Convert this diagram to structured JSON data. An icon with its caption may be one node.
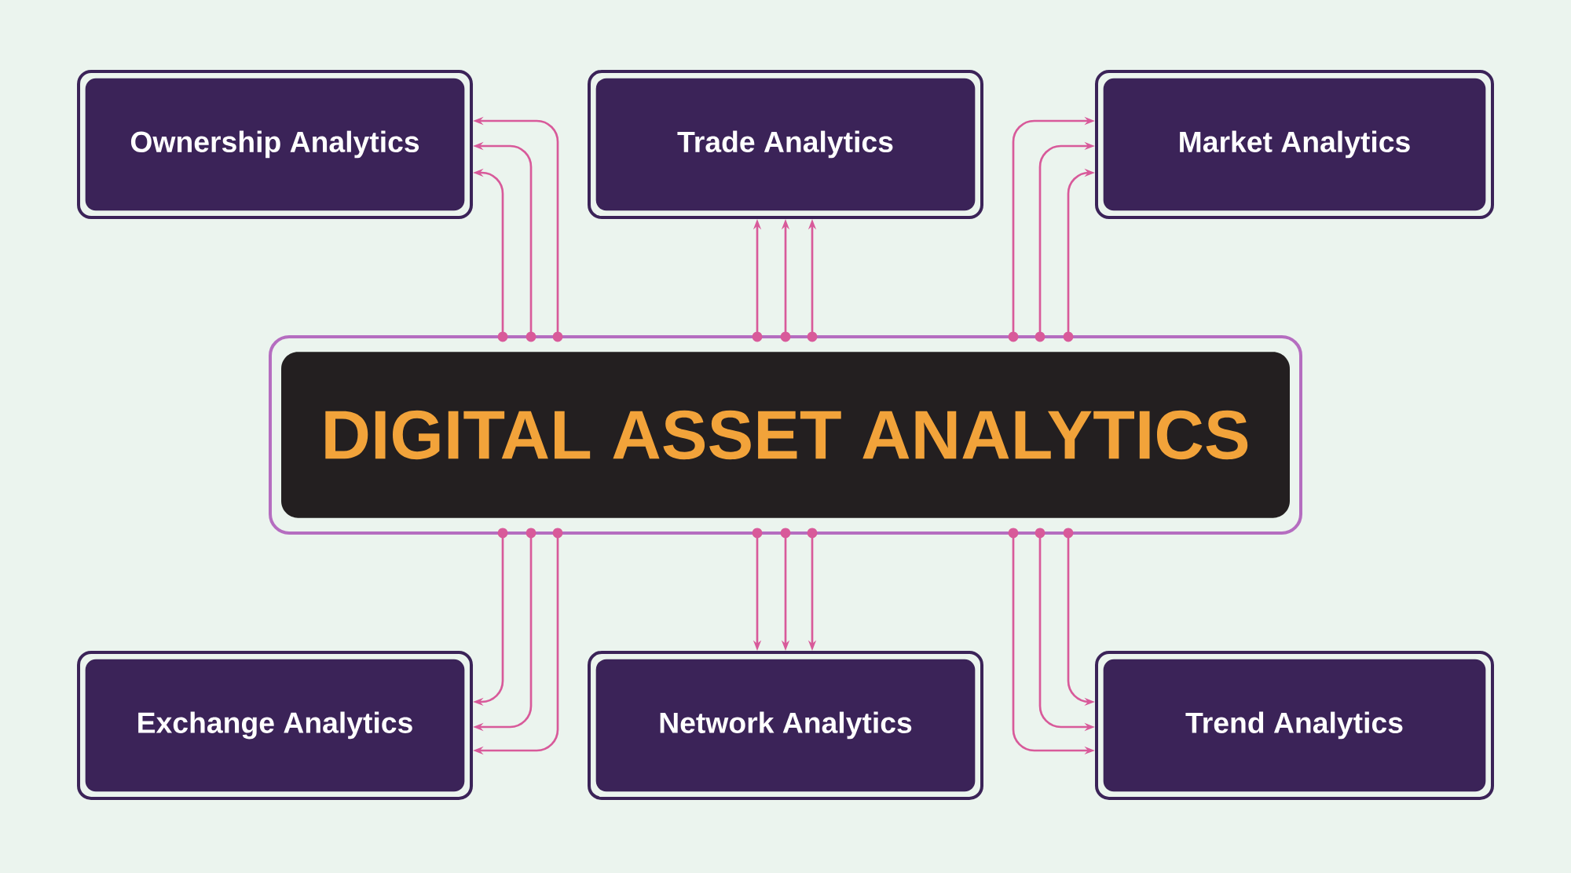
{
  "diagram": {
    "nodes": [
      {
        "text": [
          "Ownership Analytics"
        ]
      },
      {
        "text": [
          "Trade Analytics"
        ]
      },
      {
        "text": [
          "Market Analytics"
        ]
      },
      {
        "text": [
          "DIGITAL ASSET ANALYTICS"
        ]
      },
      {
        "text": [
          "Exchange Analytics"
        ]
      },
      {
        "text": [
          "Network Analytics"
        ]
      },
      {
        "text": [
          "Trend Analytics"
        ]
      }
    ],
    "edges": [
      {
        "from": 3,
        "to": 0,
        "arrow": "to"
      },
      {
        "from": 3,
        "to": 0,
        "arrow": "to"
      },
      {
        "from": 3,
        "to": 0,
        "arrow": "to"
      },
      {
        "from": 3,
        "to": 1,
        "arrow": "to"
      },
      {
        "from": 3,
        "to": 1,
        "arrow": "to"
      },
      {
        "from": 3,
        "to": 1,
        "arrow": "to"
      },
      {
        "from": 3,
        "to": 2,
        "arrow": "to"
      },
      {
        "from": 3,
        "to": 2,
        "arrow": "to"
      },
      {
        "from": 3,
        "to": 2,
        "arrow": "to"
      },
      {
        "from": 3,
        "to": 4,
        "arrow": "to"
      },
      {
        "from": 3,
        "to": 4,
        "arrow": "to"
      },
      {
        "from": 3,
        "to": 4,
        "arrow": "to"
      },
      {
        "from": 3,
        "to": 5,
        "arrow": "to"
      },
      {
        "from": 3,
        "to": 5,
        "arrow": "to"
      },
      {
        "from": 3,
        "to": 5,
        "arrow": "to"
      },
      {
        "from": 3,
        "to": 6,
        "arrow": "to"
      },
      {
        "from": 3,
        "to": 6,
        "arrow": "to"
      },
      {
        "from": 3,
        "to": 6,
        "arrow": "to"
      }
    ]
  }
}
